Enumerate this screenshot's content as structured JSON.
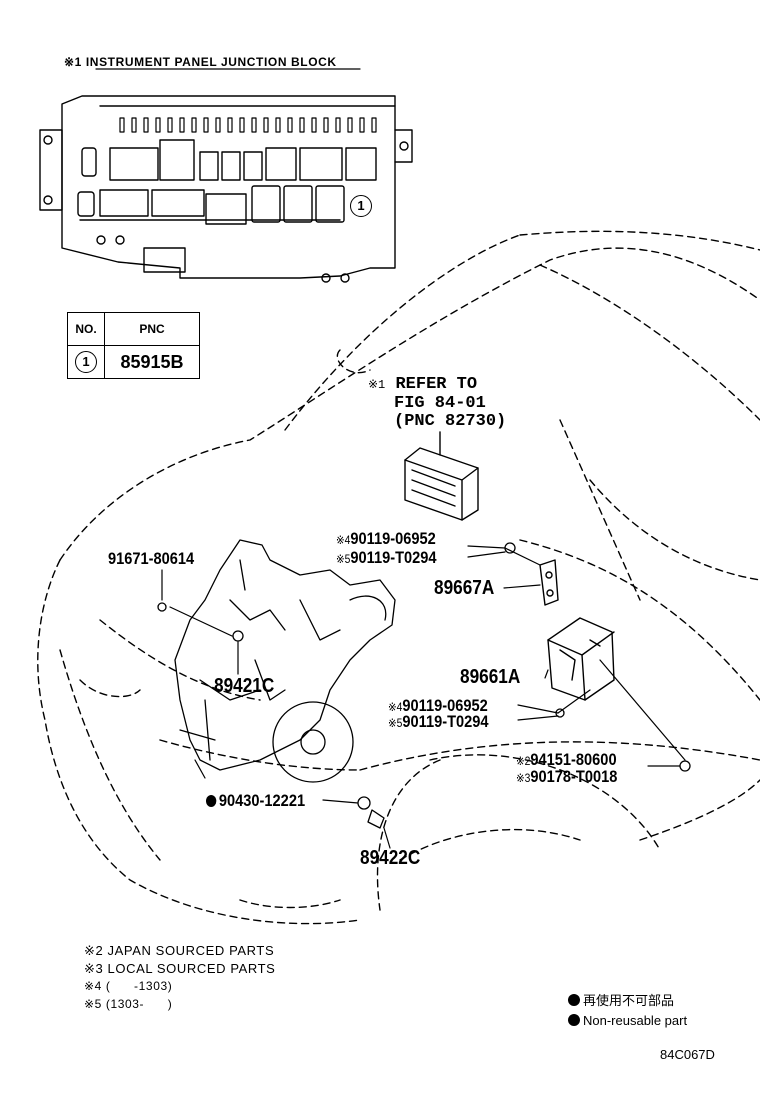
{
  "header": {
    "title_mark": "※1",
    "title": "INSTRUMENT PANEL JUNCTION BLOCK"
  },
  "junction_block": {
    "callout": "1"
  },
  "pnc_table": {
    "col_no": "NO.",
    "col_pnc": "PNC",
    "rows": [
      {
        "no": "1",
        "pnc": "85915B"
      }
    ]
  },
  "refer_note": {
    "mark": "※1",
    "line1": "REFER TO",
    "line2": "FIG 84-01",
    "line3": "(PNC 82730)"
  },
  "parts": {
    "p91671": "91671-80614",
    "p89421c": "89421C",
    "p90430": "90430-12221",
    "p89422c": "89422C",
    "p89667a": "89667A",
    "p89661a": "89661A",
    "p90119_06952_a": {
      "mark": "※4",
      "num": "90119-06952"
    },
    "p90119_t0294_a": {
      "mark": "※5",
      "num": "90119-T0294"
    },
    "p90119_06952_b": {
      "mark": "※4",
      "num": "90119-06952"
    },
    "p90119_t0294_b": {
      "mark": "※5",
      "num": "90119-T0294"
    },
    "p94151": {
      "mark": "※2",
      "num": "94151-80600"
    },
    "p90178": {
      "mark": "※3",
      "num": "90178-T0018"
    }
  },
  "footnotes": {
    "n2": "※2 JAPAN SOURCED PARTS",
    "n3": "※3 LOCAL SOURCED PARTS",
    "n4": "※4 (      -1303)",
    "n5": "※5 (1303-      )"
  },
  "legend": {
    "jp": "再使用不可部品",
    "en": "Non-reusable part"
  },
  "figure_code": "84C067D"
}
